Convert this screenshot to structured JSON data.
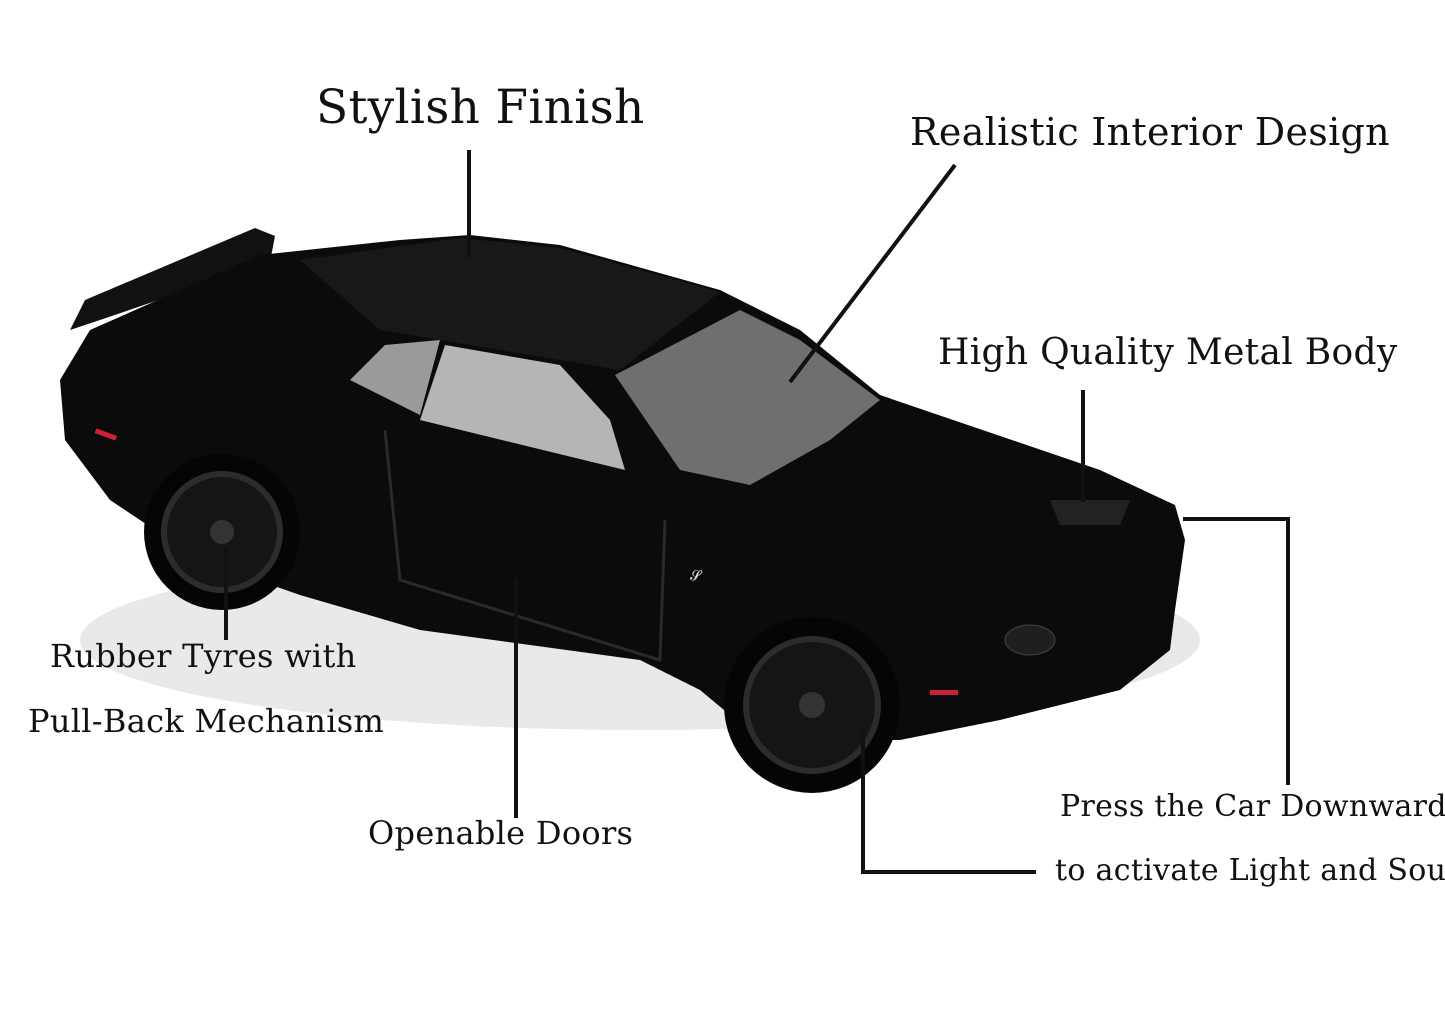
{
  "labels": {
    "stylish_finish": "Stylish Finish",
    "interior": "Realistic Interior Design",
    "metal_body": "High Quality Metal Body",
    "tyres_line1": "Rubber Tyres with",
    "tyres_line2": "Pull-Back Mechanism",
    "doors": "Openable Doors",
    "press_line1": "Press the Car Downward",
    "press_line2": "to activate Light and Soud"
  },
  "colors": {
    "car_body": "#0b0b0b",
    "glass": "#8a8a8a",
    "leader_line": "#111111",
    "background": "#ffffff"
  }
}
